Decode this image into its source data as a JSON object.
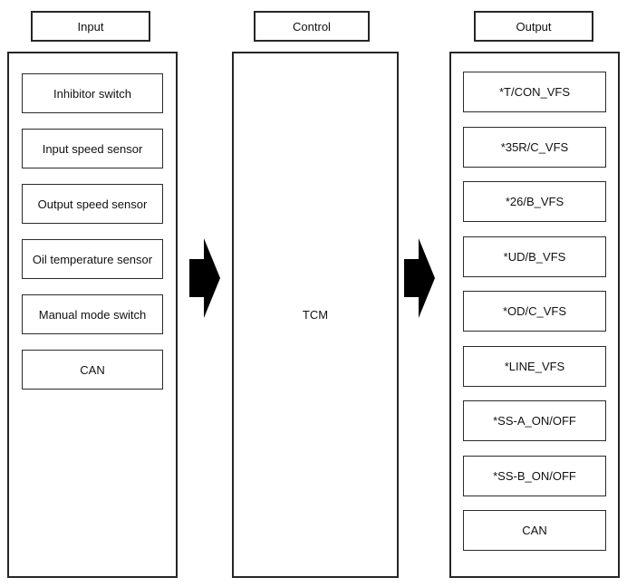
{
  "diagram": {
    "headers": {
      "input": "Input",
      "control": "Control",
      "output": "Output"
    },
    "input_column": {
      "items": [
        "Inhibitor switch",
        "Input speed sensor",
        "Output speed sensor",
        "Oil temperature sensor",
        "Manual mode switch",
        "CAN"
      ]
    },
    "control_column": {
      "label": "TCM"
    },
    "output_column": {
      "items": [
        "*T/CON_VFS",
        "*35R/C_VFS",
        "*26/B_VFS",
        "*UD/B_VFS",
        "*OD/C_VFS",
        "*LINE_VFS",
        "*SS-A_ON/OFF",
        "*SS-B_ON/OFF",
        "CAN"
      ]
    },
    "colors": {
      "border": "#262626",
      "arrow": "#000000",
      "background": "#ffffff",
      "text": "#111111"
    }
  }
}
